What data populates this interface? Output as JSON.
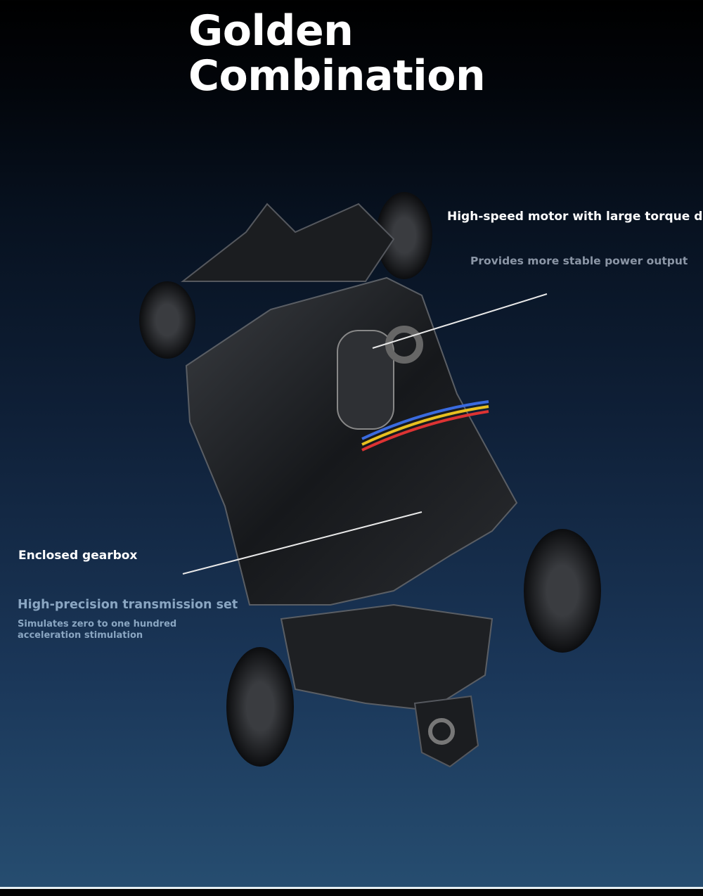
{
  "title": {
    "line1": "Golden",
    "line2": "Combination"
  },
  "callouts": {
    "motor_title": "High-speed motor with large torque drive",
    "motor_sub": "Provides more stable power output",
    "gearbox": "Enclosed gearbox",
    "transmission_title": "High-precision transmission set",
    "transmission_sub": "Simulates zero to one hundred acceleration stimulation"
  }
}
